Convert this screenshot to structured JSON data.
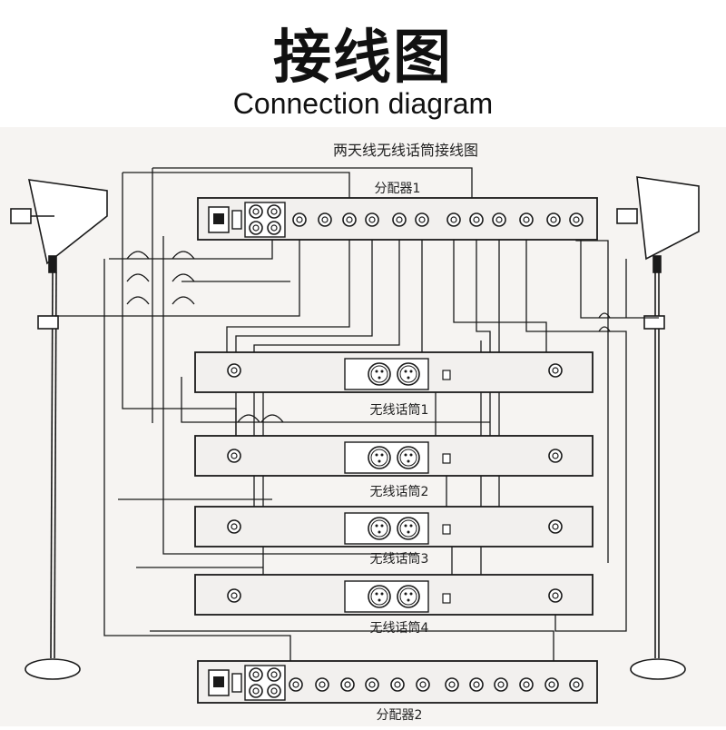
{
  "header": {
    "title": "接线图",
    "subtitle": "Connection diagram"
  },
  "diagram": {
    "heading": "两天线无线话筒接线图",
    "splitters": [
      {
        "label": "分配器1"
      },
      {
        "label": "分配器2"
      }
    ],
    "receivers": [
      {
        "label": "无线话筒1"
      },
      {
        "label": "无线话筒2"
      },
      {
        "label": "无线话筒3"
      },
      {
        "label": "无线话筒4"
      }
    ]
  },
  "colors": {
    "line": "#1a1a1a",
    "panel": "#f2f0ee",
    "background": "#f6f4f2"
  },
  "icons": [
    "antenna-icon",
    "stand-icon",
    "power-socket-icon",
    "switch-icon",
    "bnc-connector-icon",
    "xlr-connector-icon"
  ]
}
